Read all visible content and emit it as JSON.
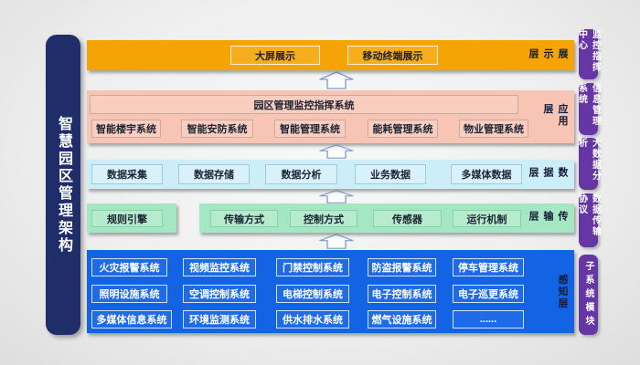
{
  "title": "智慧园区管理架构",
  "layers": [
    {
      "name": "展示层",
      "items": [
        "大屏展示",
        "移动终端展示"
      ]
    },
    {
      "name": "应用层",
      "header": "园区管理监控指挥系统",
      "items": [
        "智能楼宇系统",
        "智能安防系统",
        "智能管理系统",
        "能耗管理系统",
        "物业管理系统"
      ]
    },
    {
      "name": "数据层",
      "items": [
        "数据采集",
        "数据存储",
        "数据分析",
        "业务数据",
        "多媒体数据"
      ]
    },
    {
      "name": "传输层",
      "engine": "规则引擎",
      "items": [
        "传输方式",
        "控制方式",
        "传感器",
        "运行机制"
      ]
    },
    {
      "name": "感知层",
      "rows": [
        [
          "火灾报警系统",
          "视频监控系统",
          "门禁控制系统",
          "防盗报警系统",
          "停车管理系统"
        ],
        [
          "照明设施系统",
          "空调控制系统",
          "电梯控制系统",
          "电子控制系统",
          "电子巡更系统"
        ],
        [
          "多媒体信息系统",
          "环境监测系统",
          "供水排水系统",
          "燃气设施系统",
          "......"
        ]
      ]
    }
  ],
  "side_modules": [
    "监控指挥中心",
    "信息管理系统",
    "大数据分析",
    "数据传输协议",
    "子系统模块"
  ],
  "colors": {
    "banner_navy": "#1F2D69",
    "display_orange": "#F6A405",
    "application_salmon": "#F8C5B5",
    "data_cyan": "#CBEEF9",
    "transport_green": "#A5E7C2",
    "perception_blue": "#1364E4",
    "side_module_purple": "#6637A4",
    "arrow_outline": "#7E9ACE"
  }
}
